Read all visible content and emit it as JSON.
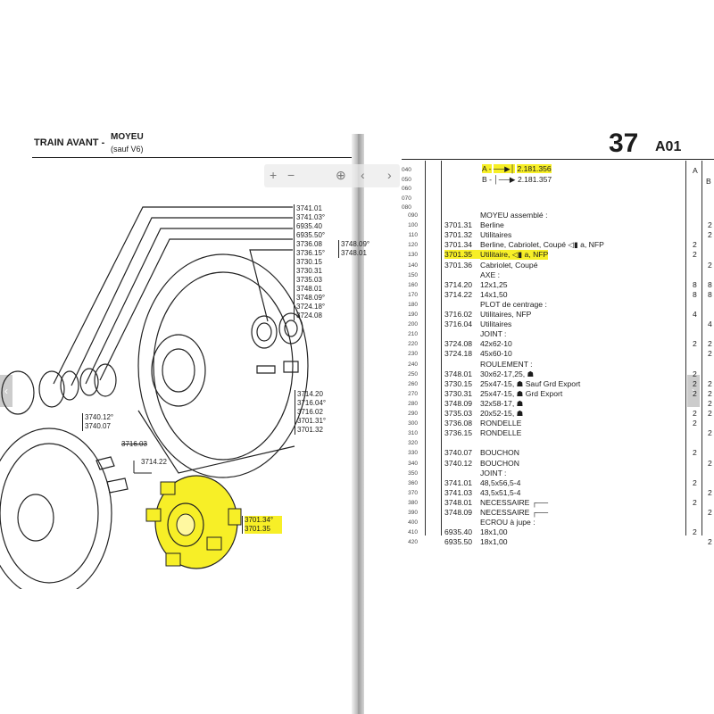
{
  "header": {
    "title": "TRAIN AVANT -",
    "subtitle1": "MOYEU",
    "subtitle2": "(sauf V6)",
    "section": "37",
    "code": "A01"
  },
  "toolbar": {
    "plus": "+",
    "minus": "−",
    "zoom": "⊕",
    "prev": "‹",
    "next": "›"
  },
  "top_refs": {
    "a_label": "A -",
    "a_value": "2.181.356",
    "b_label": "B -",
    "b_value": "2.181.357",
    "col_a": "A",
    "col_b": "B"
  },
  "diagram_labels": {
    "group1": [
      "3741.01",
      "3741.03°",
      "6935.40",
      "6935.50°",
      "3736.08",
      "3736.15°",
      "3730.15",
      "3730.31",
      "3735.03",
      "3748.01",
      "3748.09°",
      "3724.18°",
      "3724.08"
    ],
    "side1a": "3748.09°",
    "side1b": "3748.01",
    "group2": [
      "3714.20",
      "3716.04°",
      "3716.02",
      "3701.31°",
      "3701.32"
    ],
    "group3": [
      "3740.12°",
      "3740.07"
    ],
    "struck": "3716.03",
    "single": "3714.22",
    "hub_a": "3701.34°",
    "hub_b": "3701.35"
  },
  "rows": [
    {
      "ln": "090",
      "ref": "",
      "desc": "MOYEU assemblé :",
      "qa": "",
      "qb": ""
    },
    {
      "ln": "100",
      "ref": "3701.31",
      "desc": "Berline",
      "qa": "",
      "qb": "2"
    },
    {
      "ln": "110",
      "ref": "3701.32",
      "desc": "Utilitaires",
      "qa": "",
      "qb": "2"
    },
    {
      "ln": "120",
      "ref": "3701.34",
      "desc": "Berline, Cabriolet, Coupé ◁▮ a, NFP",
      "qa": "2",
      "qb": ""
    },
    {
      "ln": "130",
      "ref": "3701.35",
      "desc": "Utilitaire, ◁▮ a, NFP",
      "qa": "2",
      "qb": "",
      "hl": true
    },
    {
      "ln": "140",
      "ref": "3701.36",
      "desc": "Cabriolet, Coupé",
      "qa": "",
      "qb": "2"
    },
    {
      "ln": "150",
      "ref": "",
      "desc": "AXE :",
      "qa": "",
      "qb": ""
    },
    {
      "ln": "160",
      "ref": "3714.20",
      "desc": "12x1,25",
      "qa": "8",
      "qb": "8"
    },
    {
      "ln": "170",
      "ref": "3714.22",
      "desc": "14x1,50",
      "qa": "8",
      "qb": "8"
    },
    {
      "ln": "180",
      "ref": "",
      "desc": "PLOT de centrage :",
      "qa": "",
      "qb": ""
    },
    {
      "ln": "190",
      "ref": "3716.02",
      "desc": "Utilitaires, NFP",
      "qa": "4",
      "qb": ""
    },
    {
      "ln": "200",
      "ref": "3716.04",
      "desc": "Utilitaires",
      "qa": "",
      "qb": "4"
    },
    {
      "ln": "210",
      "ref": "",
      "desc": "JOINT :",
      "qa": "",
      "qb": ""
    },
    {
      "ln": "220",
      "ref": "3724.08",
      "desc": "42x62-10",
      "qa": "2",
      "qb": "2"
    },
    {
      "ln": "230",
      "ref": "3724.18",
      "desc": "45x60-10",
      "qa": "",
      "qb": "2"
    },
    {
      "ln": "240",
      "ref": "",
      "desc": "ROULEMENT :",
      "qa": "",
      "qb": ""
    },
    {
      "ln": "250",
      "ref": "3748.01",
      "desc": "30x62-17,25, ☗",
      "qa": "2",
      "qb": ""
    },
    {
      "ln": "260",
      "ref": "3730.15",
      "desc": "25x47-15, ☗ Sauf Grd Export",
      "qa": "2",
      "qb": "2"
    },
    {
      "ln": "270",
      "ref": "3730.31",
      "desc": "25x47-15, ☗ Grd Export",
      "qa": "2",
      "qb": "2"
    },
    {
      "ln": "280",
      "ref": "3748.09",
      "desc": "32x58-17, ☗",
      "qa": "",
      "qb": "2"
    },
    {
      "ln": "290",
      "ref": "3735.03",
      "desc": "20x52-15, ☗",
      "qa": "2",
      "qb": "2"
    },
    {
      "ln": "300",
      "ref": "3736.08",
      "desc": "RONDELLE",
      "qa": "2",
      "qb": ""
    },
    {
      "ln": "310",
      "ref": "3736.15",
      "desc": "RONDELLE",
      "qa": "",
      "qb": "2"
    },
    {
      "ln": "320",
      "ref": "",
      "desc": "",
      "qa": "",
      "qb": ""
    },
    {
      "ln": "330",
      "ref": "3740.07",
      "desc": "BOUCHON",
      "qa": "2",
      "qb": ""
    },
    {
      "ln": "340",
      "ref": "3740.12",
      "desc": "BOUCHON",
      "qa": "",
      "qb": "2"
    },
    {
      "ln": "350",
      "ref": "",
      "desc": "JOINT :",
      "qa": "",
      "qb": ""
    },
    {
      "ln": "360",
      "ref": "3741.01",
      "desc": "48,5x56,5-4",
      "qa": "2",
      "qb": ""
    },
    {
      "ln": "370",
      "ref": "3741.03",
      "desc": "43,5x51,5-4",
      "qa": "",
      "qb": "2"
    },
    {
      "ln": "380",
      "ref": "3748.01",
      "desc": "NECESSAIRE ┌──",
      "qa": "2",
      "qb": ""
    },
    {
      "ln": "390",
      "ref": "3748.09",
      "desc": "NECESSAIRE ┌──",
      "qa": "",
      "qb": "2"
    },
    {
      "ln": "400",
      "ref": "",
      "desc": "ECROU à jupe :",
      "qa": "",
      "qb": ""
    },
    {
      "ln": "410",
      "ref": "6935.40",
      "desc": "18x1,00",
      "qa": "2",
      "qb": ""
    },
    {
      "ln": "420",
      "ref": "6935.50",
      "desc": "18x1,00",
      "qa": "",
      "qb": "2"
    }
  ],
  "top_line_numbers": [
    "040",
    "050",
    "060",
    "070",
    "080"
  ],
  "highlight_color": "#f7ef27"
}
